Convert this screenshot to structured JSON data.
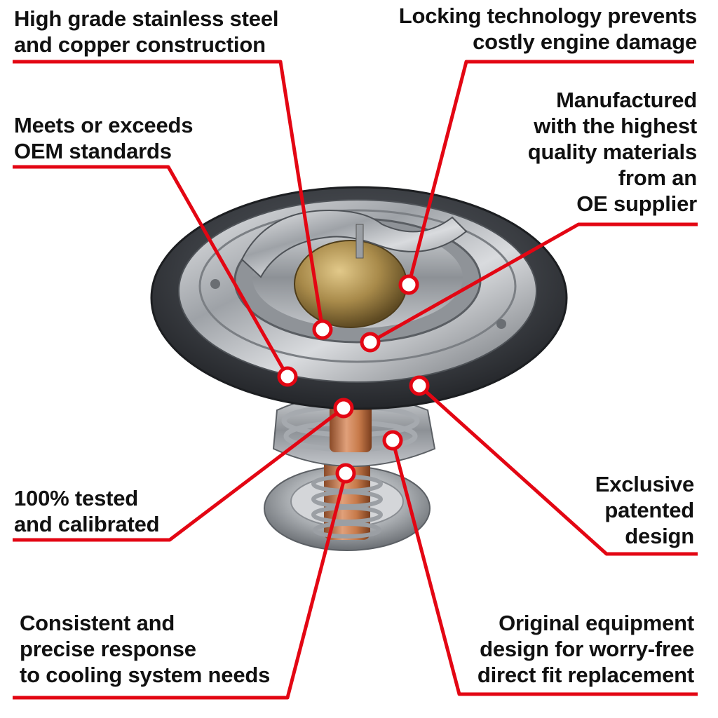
{
  "colors": {
    "leader_line": "#e30613",
    "marker_fill": "#ffffff",
    "marker_ring": "#e30613",
    "text": "#111111",
    "gasket": "#3a3d42",
    "steel": "#b9bcc0",
    "copper": "#c77a4a",
    "brass": "#a88a4a"
  },
  "product_image": {
    "subject": "automotive-thermostat",
    "icon": "thermostat-icon"
  },
  "callouts": [
    {
      "id": "steel-copper",
      "lines": [
        "High grade stainless steel",
        "and copper construction"
      ]
    },
    {
      "id": "locking",
      "lines": [
        "Locking technology prevents",
        "costly engine damage"
      ]
    },
    {
      "id": "oem-standards",
      "lines": [
        "Meets or exceeds",
        "OEM standards"
      ]
    },
    {
      "id": "manufactured",
      "lines": [
        "Manufactured",
        "with the highest",
        "quality materials",
        "from an",
        "OE supplier"
      ]
    },
    {
      "id": "tested",
      "lines": [
        "100% tested",
        "and calibrated"
      ]
    },
    {
      "id": "exclusive",
      "lines": [
        "Exclusive",
        "patented",
        "design"
      ]
    },
    {
      "id": "consistent",
      "lines": [
        "Consistent and",
        "precise response",
        "to cooling system needs"
      ]
    },
    {
      "id": "original",
      "lines": [
        "Original equipment",
        "design for worry-free",
        "direct fit replacement"
      ]
    }
  ]
}
